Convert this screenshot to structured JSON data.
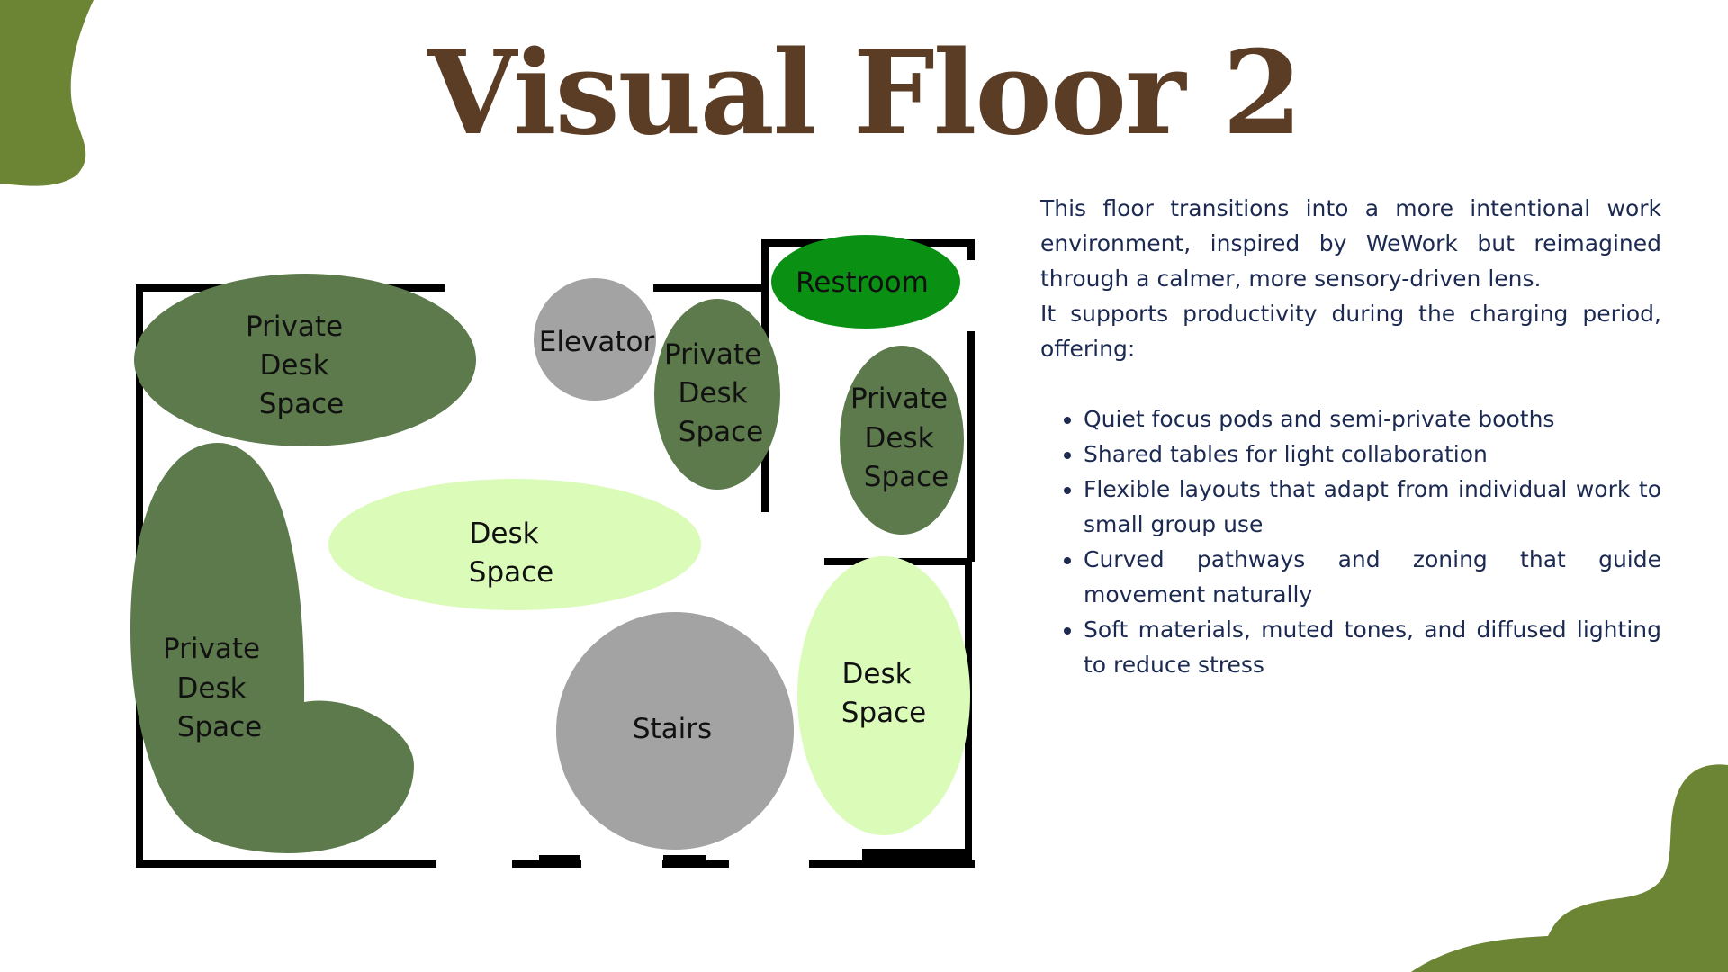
{
  "title": "Visual Floor 2",
  "colors": {
    "title": "#5b3c25",
    "text": "#1c2a52",
    "blob": "#6b8535",
    "private": "#5d7a4c",
    "desk": "#dbfbb9",
    "gray": "#a3a3a3",
    "restroom": "#0a9113",
    "wall": "#000000"
  },
  "floorplan": {
    "zones": {
      "private_top_left": [
        "Private",
        "Desk",
        "Space"
      ],
      "private_left": [
        "Private",
        "Desk",
        "Space"
      ],
      "private_middle": [
        "Private",
        "Desk",
        "Space"
      ],
      "private_right": [
        "Private",
        "Desk",
        "Space"
      ],
      "desk_center": [
        "Desk",
        "Space"
      ],
      "desk_right": [
        "Desk",
        "Space"
      ],
      "elevator": "Elevator",
      "stairs": "Stairs",
      "restroom": "Restroom"
    }
  },
  "description": {
    "intro": "This floor transitions into a more intentional work environment, inspired by WeWork but reimagined through a calmer, more sensory-driven lens.",
    "support": "It supports productivity during the charging period, offering:",
    "features": [
      "Quiet focus pods and semi-private booths",
      "Shared tables for light collaboration",
      "Flexible layouts that adapt from individual work to small group use",
      "Curved pathways and zoning that guide movement naturally",
      "Soft materials, muted tones, and diffused lighting to reduce stress"
    ]
  }
}
